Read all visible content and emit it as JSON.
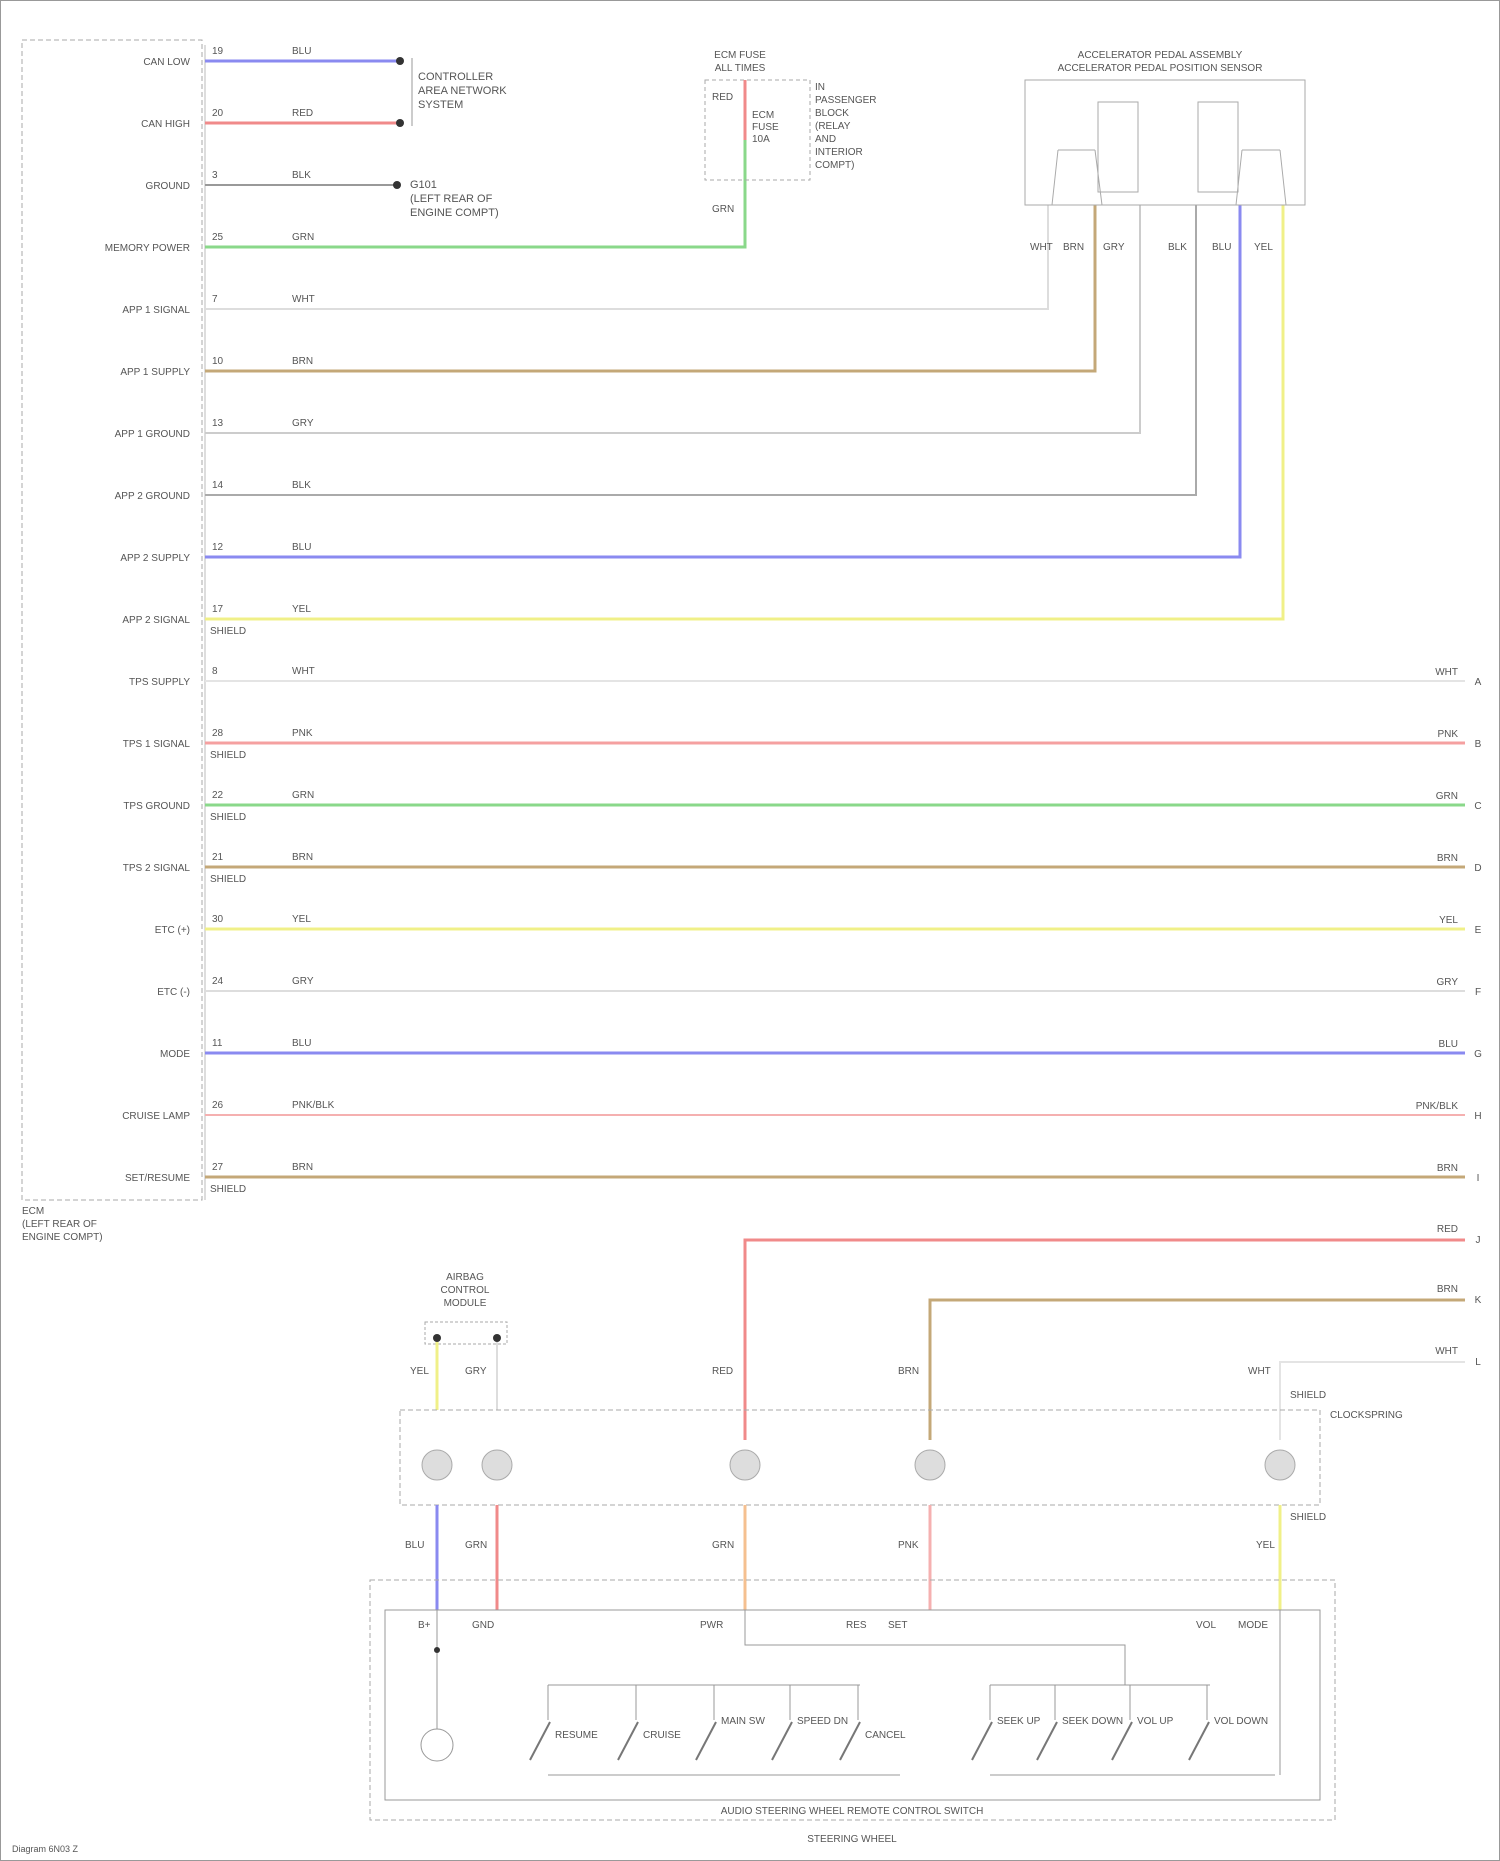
{
  "ecm": {
    "labels": {
      "l01": "CAN LOW",
      "l02": "CAN HIGH",
      "l03": "GROUND",
      "l04": "MEMORY POWER",
      "l05": "APP 1 SIGNAL",
      "l06": "APP 1 SUPPLY",
      "l07": "APP 1 GROUND",
      "l08": "APP 2 GROUND",
      "l09": "APP 2 SUPPLY",
      "l10": "APP 2 SIGNAL",
      "l11": "TPS SUPPLY",
      "l12": "TPS 1 SIGNAL",
      "l13": "TPS GROUND",
      "l14": "TPS 2 SIGNAL",
      "l15": "ETC (+)",
      "l16": "ETC (-)",
      "l17": "MODE",
      "l18": "CRUISE LAMP",
      "l19": "SET/RESUME"
    },
    "pins": {
      "l01": "19",
      "l02": "20",
      "l03": "3",
      "l04": "25",
      "l05": "7",
      "l06": "10",
      "l07": "13",
      "l08": "14",
      "l09": "12",
      "l10": "17",
      "l11": "8",
      "l12": "28",
      "l13": "22",
      "l14": "21",
      "l15": "30",
      "l16": "24",
      "l17": "11",
      "l18": "26",
      "l19": "27"
    },
    "wire_colors": {
      "l01": "BLU",
      "l02": "RED",
      "l03": "BLK",
      "l04": "GRN",
      "l05": "WHT",
      "l06": "BRN",
      "l07": "GRY",
      "l08": "BLK",
      "l09": "BLU",
      "l10": "YEL",
      "l11": "WHT",
      "l12": "PNK",
      "l13": "GRN",
      "l14": "BRN",
      "l15": "YEL",
      "l16": "GRY",
      "l17": "BLU",
      "l18": "PNK/BLK",
      "l19": "BRN"
    },
    "shield_tags": {
      "l10": "SHIELD",
      "l12": "SHIELD",
      "l13": "SHIELD",
      "l14": "SHIELD",
      "l19": "SHIELD"
    },
    "caption": [
      "ECM",
      "(LEFT REAR OF",
      "ENGINE COMPT)"
    ]
  },
  "can_network": {
    "label": [
      "CONTROLLER",
      "AREA NETWORK",
      "SYSTEM"
    ]
  },
  "ground_ref": {
    "label": [
      "G101",
      "(LEFT REAR OF",
      "ENGINE COMPT)"
    ]
  },
  "fuse": {
    "top_label": [
      "ECM FUSE",
      "ALL TIMES"
    ],
    "wire_in": "RED",
    "inner_label": [
      "ECM",
      "FUSE",
      "10A"
    ],
    "side_label": [
      "IN",
      "PASSENGER",
      "BLOCK",
      "(RELAY",
      "AND",
      "INTERIOR",
      "COMPT)"
    ],
    "wire_out": "GRN"
  },
  "app_sensor": {
    "title": [
      "ACCELERATOR PEDAL ASSEMBLY",
      "ACCELERATOR PEDAL POSITION SENSOR"
    ],
    "wire_colors": [
      "WHT",
      "BRN",
      "GRY",
      "BLK",
      "BLU",
      "YEL"
    ]
  },
  "right_wires": {
    "r11": "WHT",
    "r12": "PNK",
    "r13": "GRN",
    "r14": "BRN",
    "r15": "YEL",
    "r16": "GRY",
    "r17": "BLU",
    "r18": "PNK/BLK",
    "r19": "BRN",
    "r20": "RED",
    "r21": "BRN",
    "r22": "WHT"
  },
  "right_codes": {
    "r11": "A",
    "r12": "B",
    "r13": "C",
    "r14": "D",
    "r15": "E",
    "r16": "F",
    "r17": "G",
    "r18": "H",
    "r19": "I",
    "r20": "J",
    "r21": "K",
    "r22": "L"
  },
  "lower": {
    "airbag_label": [
      "AIRBAG",
      "CONTROL",
      "MODULE"
    ],
    "wires_top": [
      "YEL",
      "GRY",
      "RED",
      "BRN",
      "WHT"
    ],
    "shield_top": "SHIELD",
    "clockspring_label": "CLOCKSPRING",
    "wires_bottom": [
      "BLU",
      "GRN",
      "GRN",
      "PNK",
      "YEL"
    ],
    "shield_bottom": "SHIELD",
    "terminal_labels": [
      "B+",
      "GND",
      "PWR",
      "RES",
      "SET",
      "VOL",
      "MODE"
    ],
    "switch_labels_left": [
      "RESUME",
      "CRUISE",
      "MAIN SW",
      "SPEED DN",
      "CANCEL"
    ],
    "switch_labels_right": [
      "SEEK UP",
      "SEEK DOWN",
      "VOL UP",
      "VOL DOWN"
    ],
    "module_label": "AUDIO STEERING WHEEL REMOTE CONTROL SWITCH",
    "bottom_label": "STEERING WHEEL"
  },
  "footer": "Diagram 6N03 Z"
}
